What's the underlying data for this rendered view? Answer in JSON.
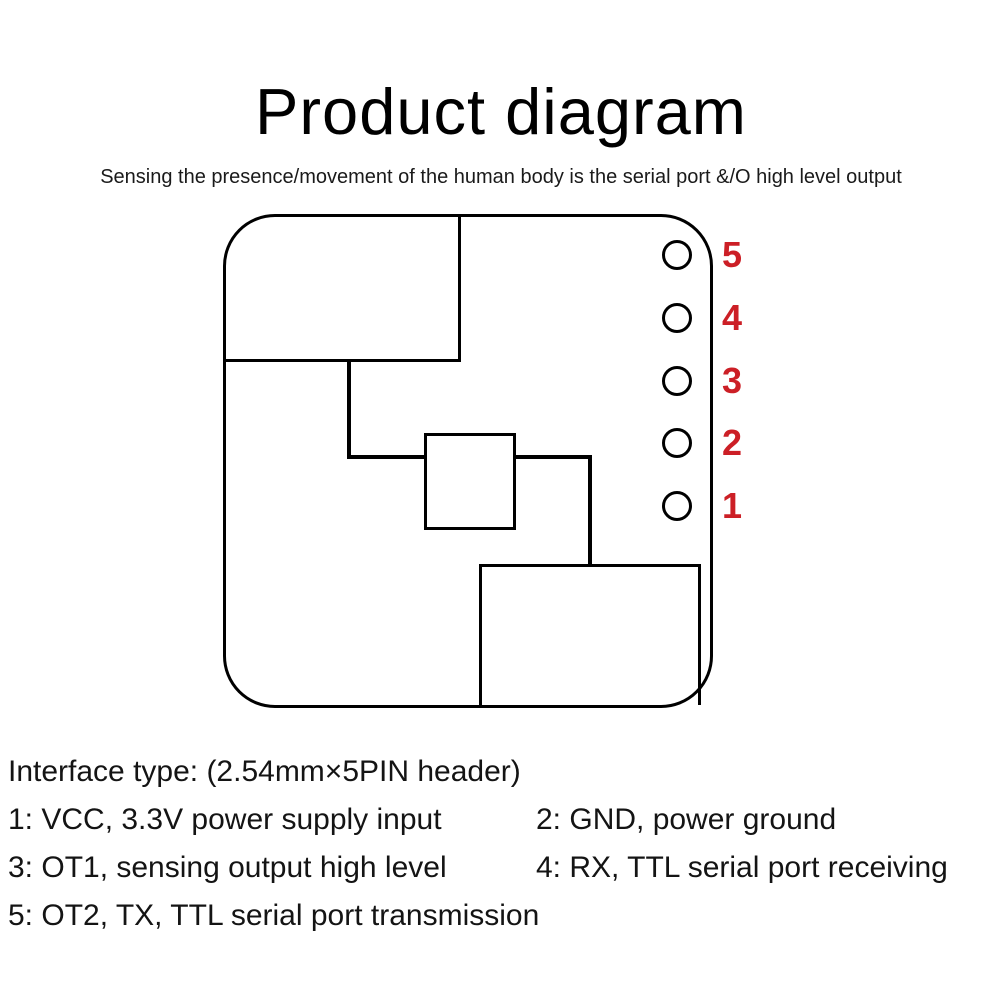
{
  "title": "Product diagram",
  "subtitle": "Sensing the presence/movement of the human body is the serial port &/O high level output",
  "board": {
    "pins": [
      "5",
      "4",
      "3",
      "2",
      "1"
    ]
  },
  "legend": {
    "interface_type": "Interface type: (2.54mm×5PIN header)",
    "items": [
      "1: VCC, 3.3V power supply input",
      "2: GND, power ground",
      "3: OT1, sensing output high level",
      "4: RX, TTL serial port receiving",
      "5: OT2, TX, TTL serial port transmission"
    ]
  },
  "colors": {
    "pin_label": "#cc1f26",
    "line": "#000000",
    "background": "#ffffff"
  }
}
